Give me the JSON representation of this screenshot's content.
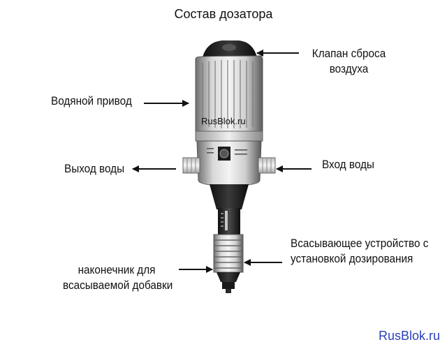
{
  "title": "Состав дозатора",
  "labels": {
    "air_valve_line1": "Клапан сброса",
    "air_valve_line2": "воздуха",
    "water_drive": "Водяной привод",
    "water_outlet": "Выход воды",
    "water_inlet": "Вход воды",
    "suction_device_line1": "Всасывающее устройство с",
    "suction_device_line2": "установкой  дозирования",
    "suction_tip_line1": "наконечник для",
    "suction_tip_line2": "всасываемой добавки"
  },
  "device_watermark": "RusBlok.ru",
  "brand": "RusBlok.ru",
  "colors": {
    "brand": "#2b3fb8",
    "arrow": "#111111",
    "body_light": "#e6e6e6",
    "body_dark": "#222222"
  }
}
